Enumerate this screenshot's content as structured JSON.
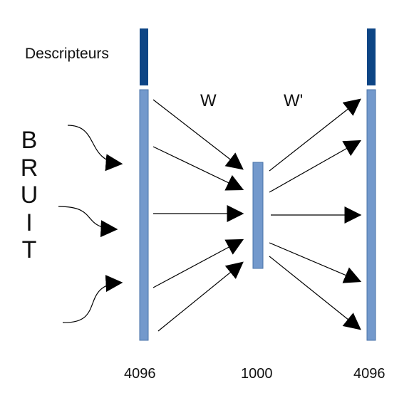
{
  "labels": {
    "descriptors": "Descripteurs",
    "weight_in": "W",
    "weight_out": "W'",
    "noise_letters": [
      "B",
      "R",
      "U",
      "I",
      "T"
    ]
  },
  "layers": {
    "input_size": "4096",
    "hidden_size": "1000",
    "output_size": "4096"
  },
  "colors": {
    "layer_fill": "#7399cc",
    "layer_stroke": "#4a73a8",
    "descriptor_fill": "#0d4585",
    "arrow": "#000000"
  }
}
